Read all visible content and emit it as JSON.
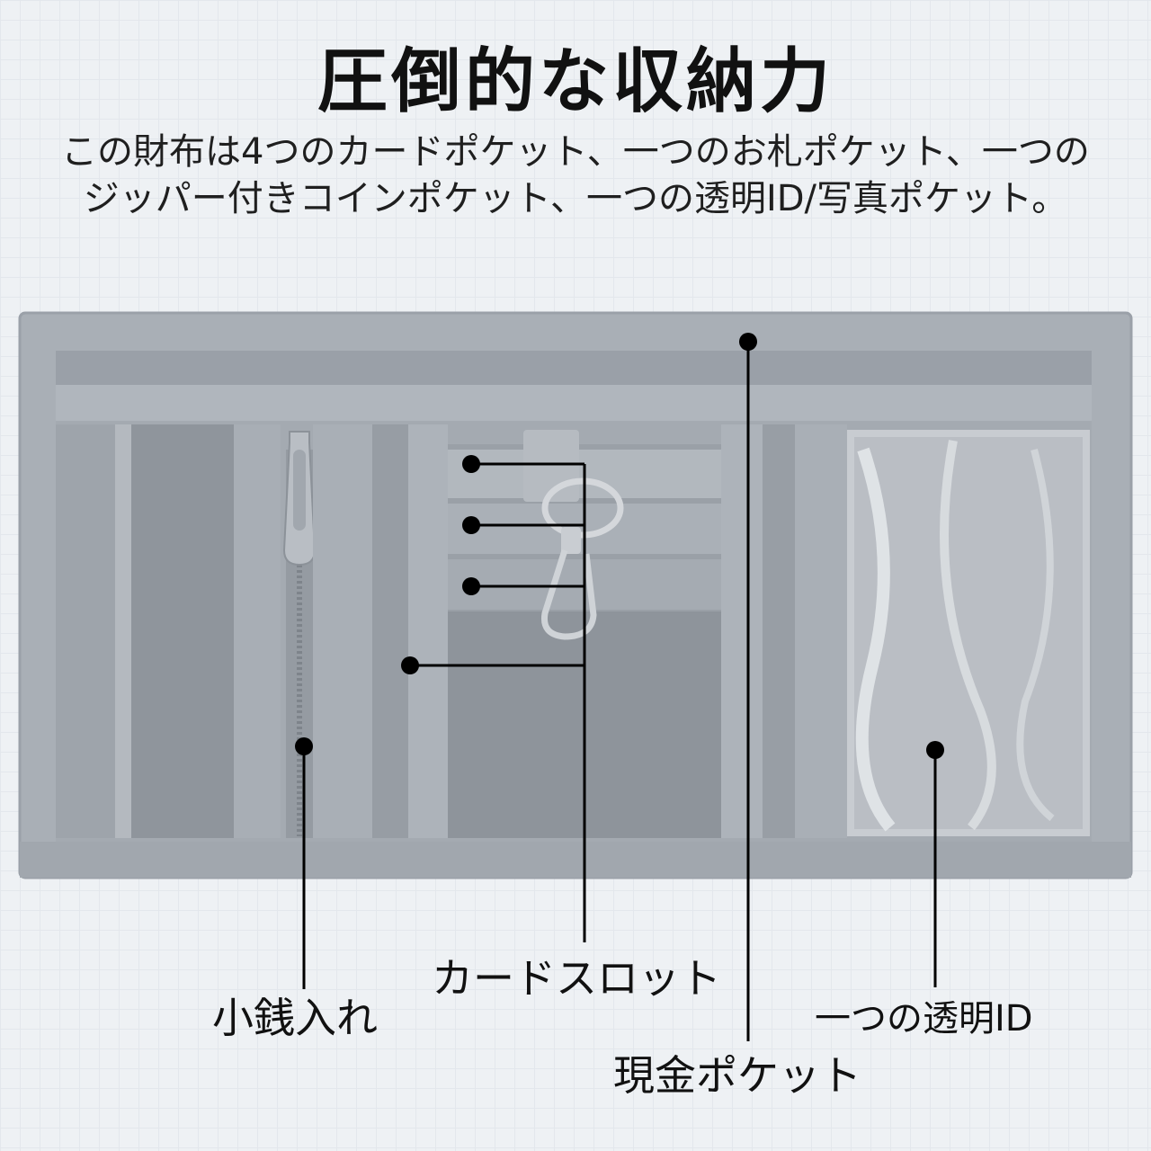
{
  "headline": "圧倒的な収納力",
  "description": {
    "line1": "この財布は4つのカードポケット、一つのお札ポケット、一つの",
    "line2": "ジッパー付きコインポケット、一つの透明ID/写真ポケット。"
  },
  "callouts": {
    "coin_pocket": "小銭入れ",
    "card_slot": "カードスロット",
    "cash_pocket": "現金ポケット",
    "clear_id": "一つの透明ID"
  },
  "colors": {
    "wallet_outer": "#a9afb6",
    "wallet_inner": "#959ba3",
    "wallet_dark": "#8a9098",
    "pointer": "#000000",
    "background": "#eef1f4"
  }
}
